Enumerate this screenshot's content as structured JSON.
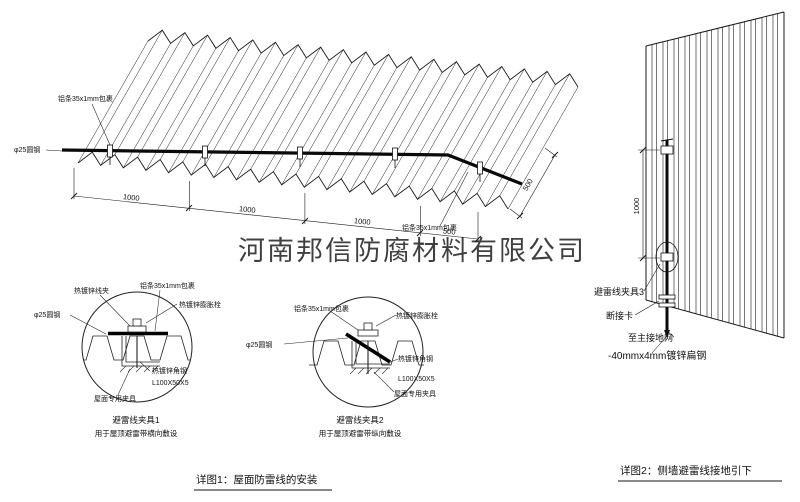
{
  "watermark": "河南邦信防腐材料有限公司",
  "fig1": {
    "caption": "详图1：屋面防雷线的安装",
    "roof": {
      "strip_labels": [
        "铝条35x1mm包裹",
        "铝条35x1mm包裹"
      ],
      "rod_label": "φ25圆钢",
      "dims": [
        "1000",
        "1000",
        "1000",
        "500"
      ],
      "dim_right": "500"
    },
    "detail1": {
      "title": "避雷线夹具1",
      "subtitle": "用于屋顶避雷带横向敷设",
      "label_clip": "热镀锌线夹",
      "label_strip": "铝条35x1mm包裹",
      "label_bolt": "热镀锌膨胀栓",
      "label_rod": "φ25圆钢",
      "label_angle": "热镀锌角钢",
      "label_angle_size": "L100X50X5",
      "label_fixture": "屋面专用夹具"
    },
    "detail2": {
      "title": "避雷线夹具2",
      "subtitle": "用于屋顶避雷带纵向敷设",
      "label_strip": "铝条35x1mm包裹",
      "label_bolt": "热镀锌膨胀栓",
      "label_rod": "φ25圆钢",
      "label_angle": "热镀锌角钢",
      "label_angle_size": "L100X50X5",
      "label_fixture": "屋面专用夹具"
    }
  },
  "fig2": {
    "caption": "详图2：侧墙避雷线接地引下",
    "label_clamp": "避雷线夹具3",
    "label_disconnect": "断接卡",
    "label_ground": "至主接地网",
    "label_flat": "-40mmx4mm镀锌扁钢",
    "dim": "1000"
  },
  "colors": {
    "accent_red": "#c02020",
    "line": "#1a1a1a",
    "watermark_gray": "#9a9a9a"
  }
}
